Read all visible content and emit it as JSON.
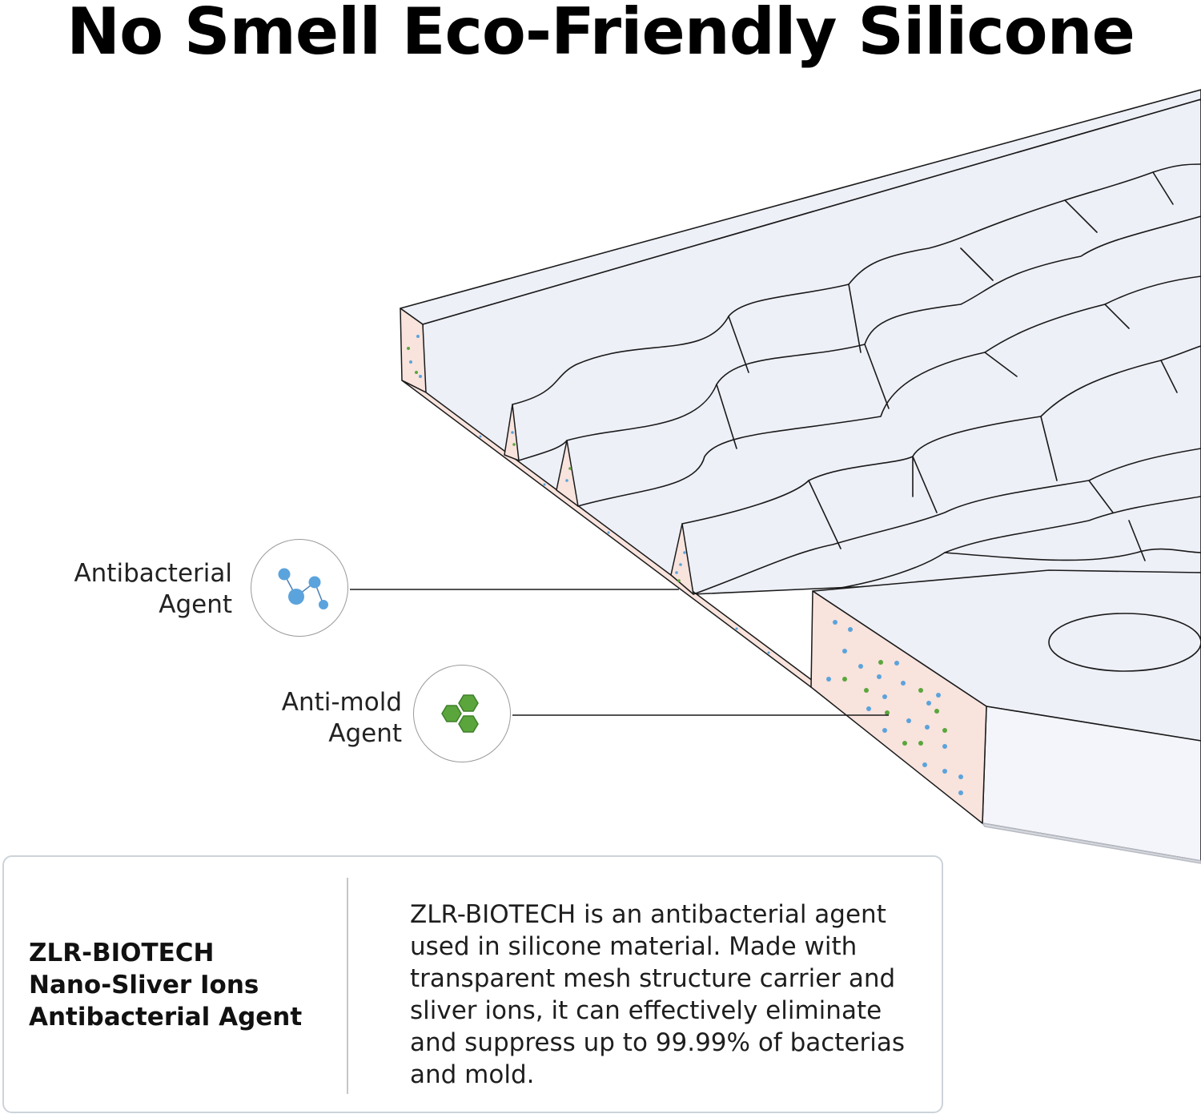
{
  "headline": "No Smell Eco-Friendly Silicone",
  "callouts": {
    "antibacterial": {
      "lines": [
        "Antibacterial",
        "Agent"
      ],
      "icon": "molecule-icon"
    },
    "antimold": {
      "lines": [
        "Anti-mold",
        "Agent"
      ],
      "icon": "hexagon-cluster-icon"
    }
  },
  "info_panel": {
    "product_name_lines": [
      "ZLR-BIOTECH",
      "Nano-Sliver Ions",
      "Antibacterial Agent"
    ],
    "description_lines": [
      "ZLR-BIOTECH is an antibacterial agent",
      "used in silicone material. Made with",
      "transparent mesh structure carrier and",
      "sliver ions, it can effectively eliminate",
      "and suppress up to 99.99% of bacterias",
      "and mold."
    ]
  },
  "colors": {
    "surface": "#eef0f8",
    "cross_section": "#f8e3dd",
    "outline": "#1a1a1a",
    "antibacterial_particle": "#5ba3dc",
    "antimold_particle": "#5aa63c",
    "panel_border": "#cdd3d9"
  }
}
